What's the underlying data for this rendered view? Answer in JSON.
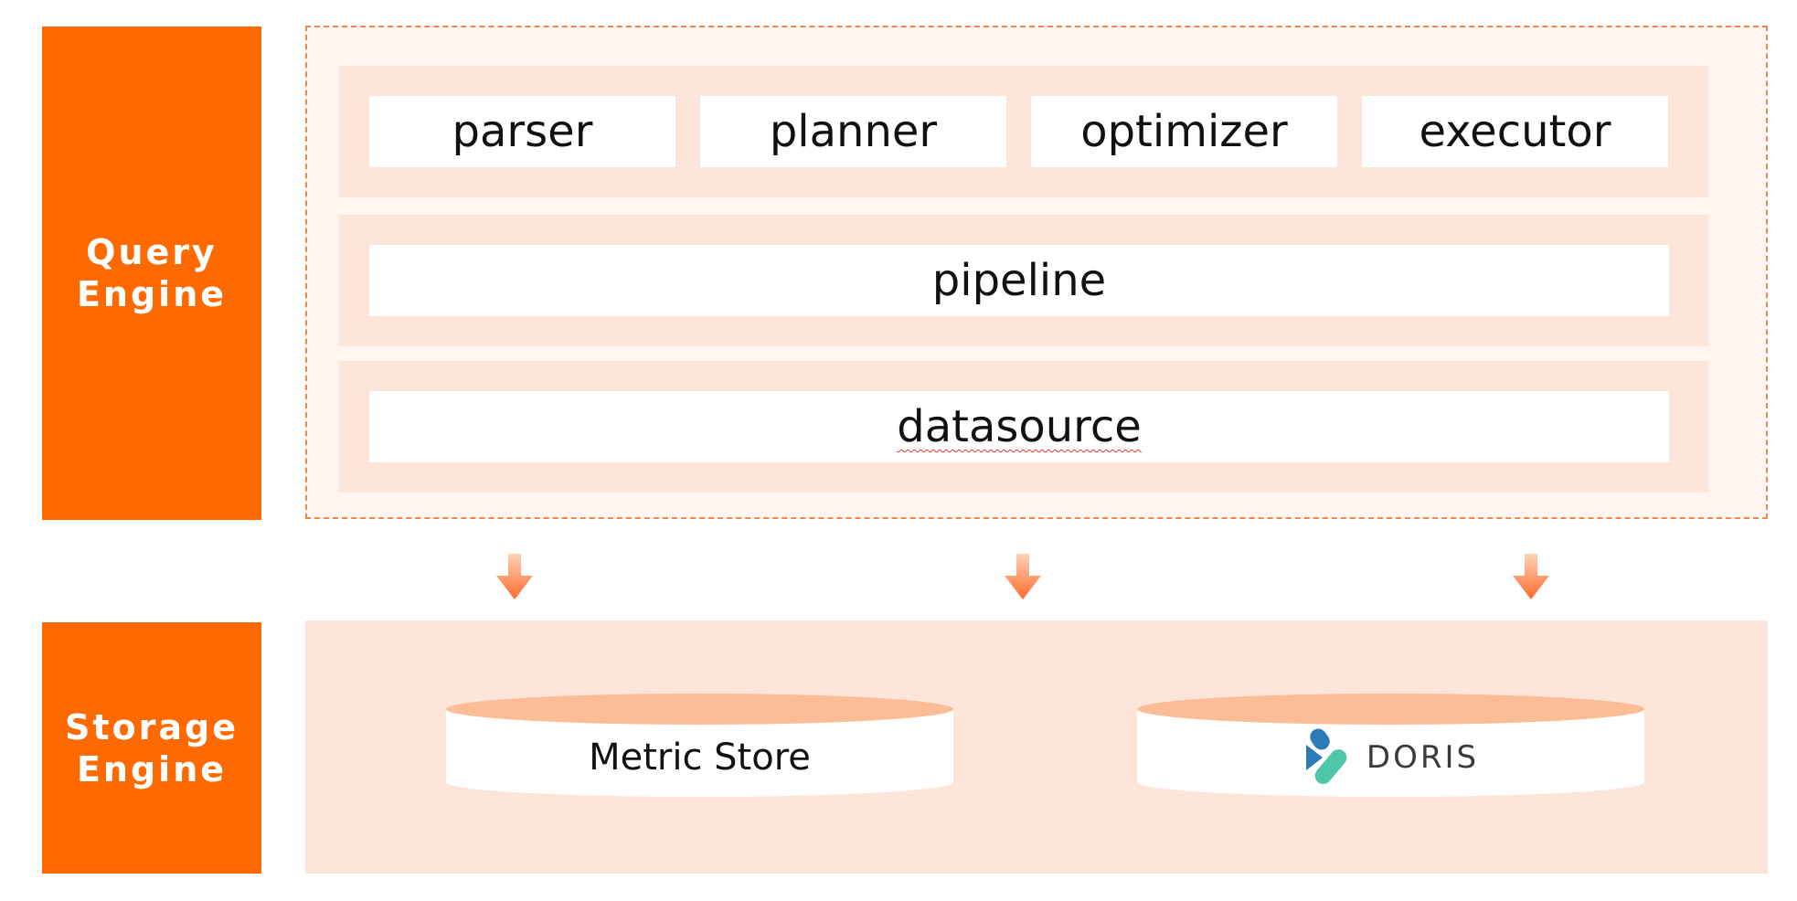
{
  "query_engine": {
    "label_line1": "Query",
    "label_line2": "Engine",
    "modules": [
      "parser",
      "planner",
      "optimizer",
      "executor"
    ],
    "pipeline": "pipeline",
    "datasource": "datasource"
  },
  "storage_engine": {
    "label_line1": "Storage",
    "label_line2": "Engine",
    "stores": {
      "metric_store": "Metric Store",
      "doris": "DORIS"
    }
  },
  "colors": {
    "accent": "#ff6a00",
    "band": "#fde5da",
    "frame_border": "#f0864a",
    "cylinder_top": "#fcbd96",
    "doris_blue": "#2b7bb9",
    "doris_green": "#4ec7a8"
  },
  "icons": [
    "arrow-down-icon",
    "doris-logo-icon"
  ]
}
